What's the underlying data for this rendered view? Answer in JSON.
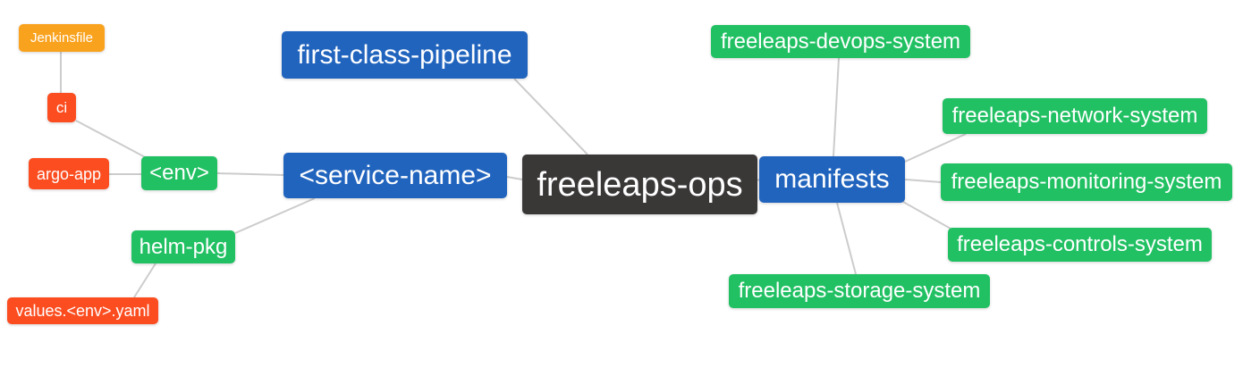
{
  "diagram": {
    "title": "freeleaps-ops mind map",
    "root_node": "freeleaps-ops",
    "colors": {
      "orange": "#f9a21e",
      "red": "#fb4d20",
      "green": "#21c063",
      "blue": "#2164be",
      "dark": "#3a3737",
      "edge": "#cccccc",
      "text": "#ffffff",
      "background": "#ffffff"
    },
    "nodes": {
      "jenkinsfile": {
        "label": "Jenkinsfile",
        "color": "orange"
      },
      "ci": {
        "label": "ci",
        "color": "red"
      },
      "argo_app": {
        "label": "argo-app",
        "color": "red"
      },
      "env": {
        "label": "<env>",
        "color": "green"
      },
      "helm_pkg": {
        "label": "helm-pkg",
        "color": "green"
      },
      "values_env_yaml": {
        "label": "values.<env>.yaml",
        "color": "red"
      },
      "first_class_pipeline": {
        "label": "first-class-pipeline",
        "color": "blue"
      },
      "service_name": {
        "label": "<service-name>",
        "color": "blue"
      },
      "freeleaps_ops": {
        "label": "freeleaps-ops",
        "color": "dark"
      },
      "manifests": {
        "label": "manifests",
        "color": "blue"
      },
      "devops_system": {
        "label": "freeleaps-devops-system",
        "color": "green"
      },
      "network_system": {
        "label": "freeleaps-network-system",
        "color": "green"
      },
      "monitoring_system": {
        "label": "freeleaps-monitoring-system",
        "color": "green"
      },
      "controls_system": {
        "label": "freeleaps-controls-system",
        "color": "green"
      },
      "storage_system": {
        "label": "freeleaps-storage-system",
        "color": "green"
      }
    },
    "edges": [
      [
        "jenkinsfile",
        "ci"
      ],
      [
        "ci",
        "env"
      ],
      [
        "argo_app",
        "env"
      ],
      [
        "env",
        "service_name"
      ],
      [
        "helm_pkg",
        "service_name"
      ],
      [
        "values_env_yaml",
        "helm_pkg"
      ],
      [
        "first_class_pipeline",
        "freeleaps_ops"
      ],
      [
        "service_name",
        "freeleaps_ops"
      ],
      [
        "freeleaps_ops",
        "manifests"
      ],
      [
        "manifests",
        "devops_system"
      ],
      [
        "manifests",
        "network_system"
      ],
      [
        "manifests",
        "monitoring_system"
      ],
      [
        "manifests",
        "controls_system"
      ],
      [
        "manifests",
        "storage_system"
      ]
    ]
  }
}
